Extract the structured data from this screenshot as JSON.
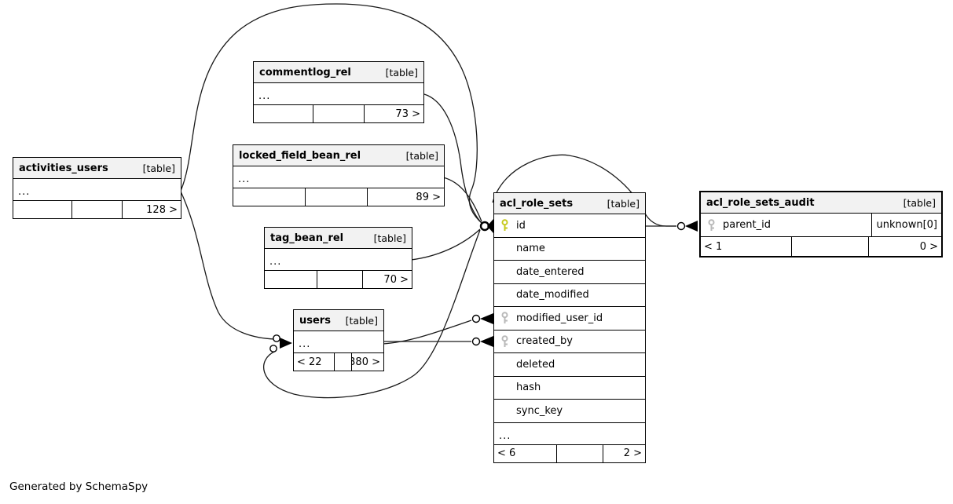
{
  "app": {
    "generated_by": "Generated by SchemaSpy"
  },
  "tables": {
    "activities_users": {
      "name": "activities_users",
      "type_label": "[table]",
      "collapsed": "...",
      "footer": {
        "left": "",
        "mid": "",
        "right": "128 >"
      }
    },
    "commentlog_rel": {
      "name": "commentlog_rel",
      "type_label": "[table]",
      "collapsed": "...",
      "footer": {
        "left": "",
        "mid": "",
        "right": "73 >"
      }
    },
    "locked_field_bean_rel": {
      "name": "locked_field_bean_rel",
      "type_label": "[table]",
      "collapsed": "...",
      "footer": {
        "left": "",
        "mid": "",
        "right": "89 >"
      }
    },
    "tag_bean_rel": {
      "name": "tag_bean_rel",
      "type_label": "[table]",
      "collapsed": "...",
      "footer": {
        "left": "",
        "mid": "",
        "right": "70 >"
      }
    },
    "users": {
      "name": "users",
      "type_label": "[table]",
      "collapsed": "...",
      "footer": {
        "left": "< 22",
        "mid": "",
        "right": "380 >"
      }
    },
    "acl_role_sets": {
      "name": "acl_role_sets",
      "type_label": "[table]",
      "collapsed": "...",
      "fields": [
        {
          "name": "id",
          "key": "primary"
        },
        {
          "name": "name",
          "key": "none"
        },
        {
          "name": "date_entered",
          "key": "none"
        },
        {
          "name": "date_modified",
          "key": "none"
        },
        {
          "name": "modified_user_id",
          "key": "foreign"
        },
        {
          "name": "created_by",
          "key": "foreign"
        },
        {
          "name": "deleted",
          "key": "none"
        },
        {
          "name": "hash",
          "key": "none"
        },
        {
          "name": "sync_key",
          "key": "none"
        }
      ],
      "footer": {
        "left": "< 6",
        "mid": "",
        "right": "2 >"
      }
    },
    "acl_role_sets_audit": {
      "name": "acl_role_sets_audit",
      "type_label": "[table]",
      "fields": [
        {
          "name": "parent_id",
          "key": "foreign",
          "type": "unknown[0]"
        }
      ],
      "footer": {
        "left": "< 1",
        "mid": "",
        "right": "0 >"
      }
    }
  },
  "colors": {
    "pk_key": "#c6c91c",
    "fk_key": "#b9b9b9",
    "line": "#1a1a1a",
    "header_bg": "#f2f2f2"
  }
}
